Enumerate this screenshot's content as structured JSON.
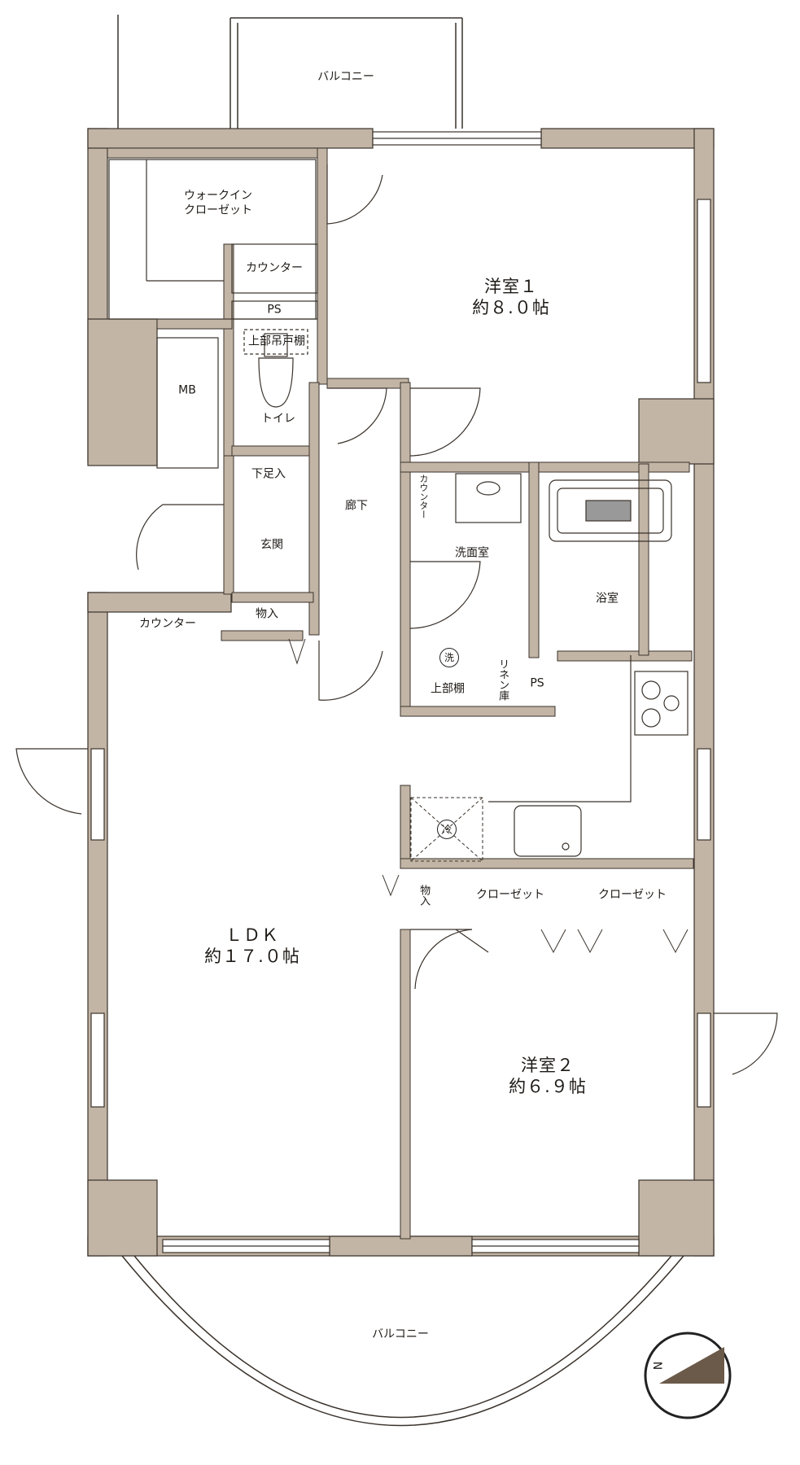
{
  "rooms": {
    "balcony_top": "バルコニー",
    "walk_in_closet": [
      "ウォークイン",
      "クローゼット"
    ],
    "counter_wic": "カウンター",
    "ps_upper": "PS",
    "upper_hanging_shelf": "上部吊戸棚",
    "mb": "MB",
    "toilet": "トイレ",
    "western_room_1": {
      "name": "洋室１",
      "area": "約８.０帖"
    },
    "shoe_storage": "下足入",
    "entrance": "玄関",
    "hallway": "廊下",
    "counter_vanity": "カウンター",
    "washroom": "洗面室",
    "bathroom": "浴室",
    "storage_entry": "物入",
    "counter_ldk": "カウンター",
    "washer": "洗",
    "upper_shelf": "上部棚",
    "linen": "リネン庫",
    "ps_lower": "PS",
    "fridge": "冷",
    "storage_kitchen": "物入",
    "closet_a": "クローゼット",
    "closet_b": "クローゼット",
    "ldk": {
      "name": "ＬＤＫ",
      "area": "約１７.０帖"
    },
    "western_room_2": {
      "name": "洋室２",
      "area": "約６.９帖"
    },
    "balcony_bottom": "バルコニー"
  },
  "compass": {
    "north": "N"
  },
  "colors": {
    "wall": "#c2b5a5",
    "wall_line": "#3a322b",
    "arrow": "#6b5a4a",
    "background": "#ffffff"
  }
}
